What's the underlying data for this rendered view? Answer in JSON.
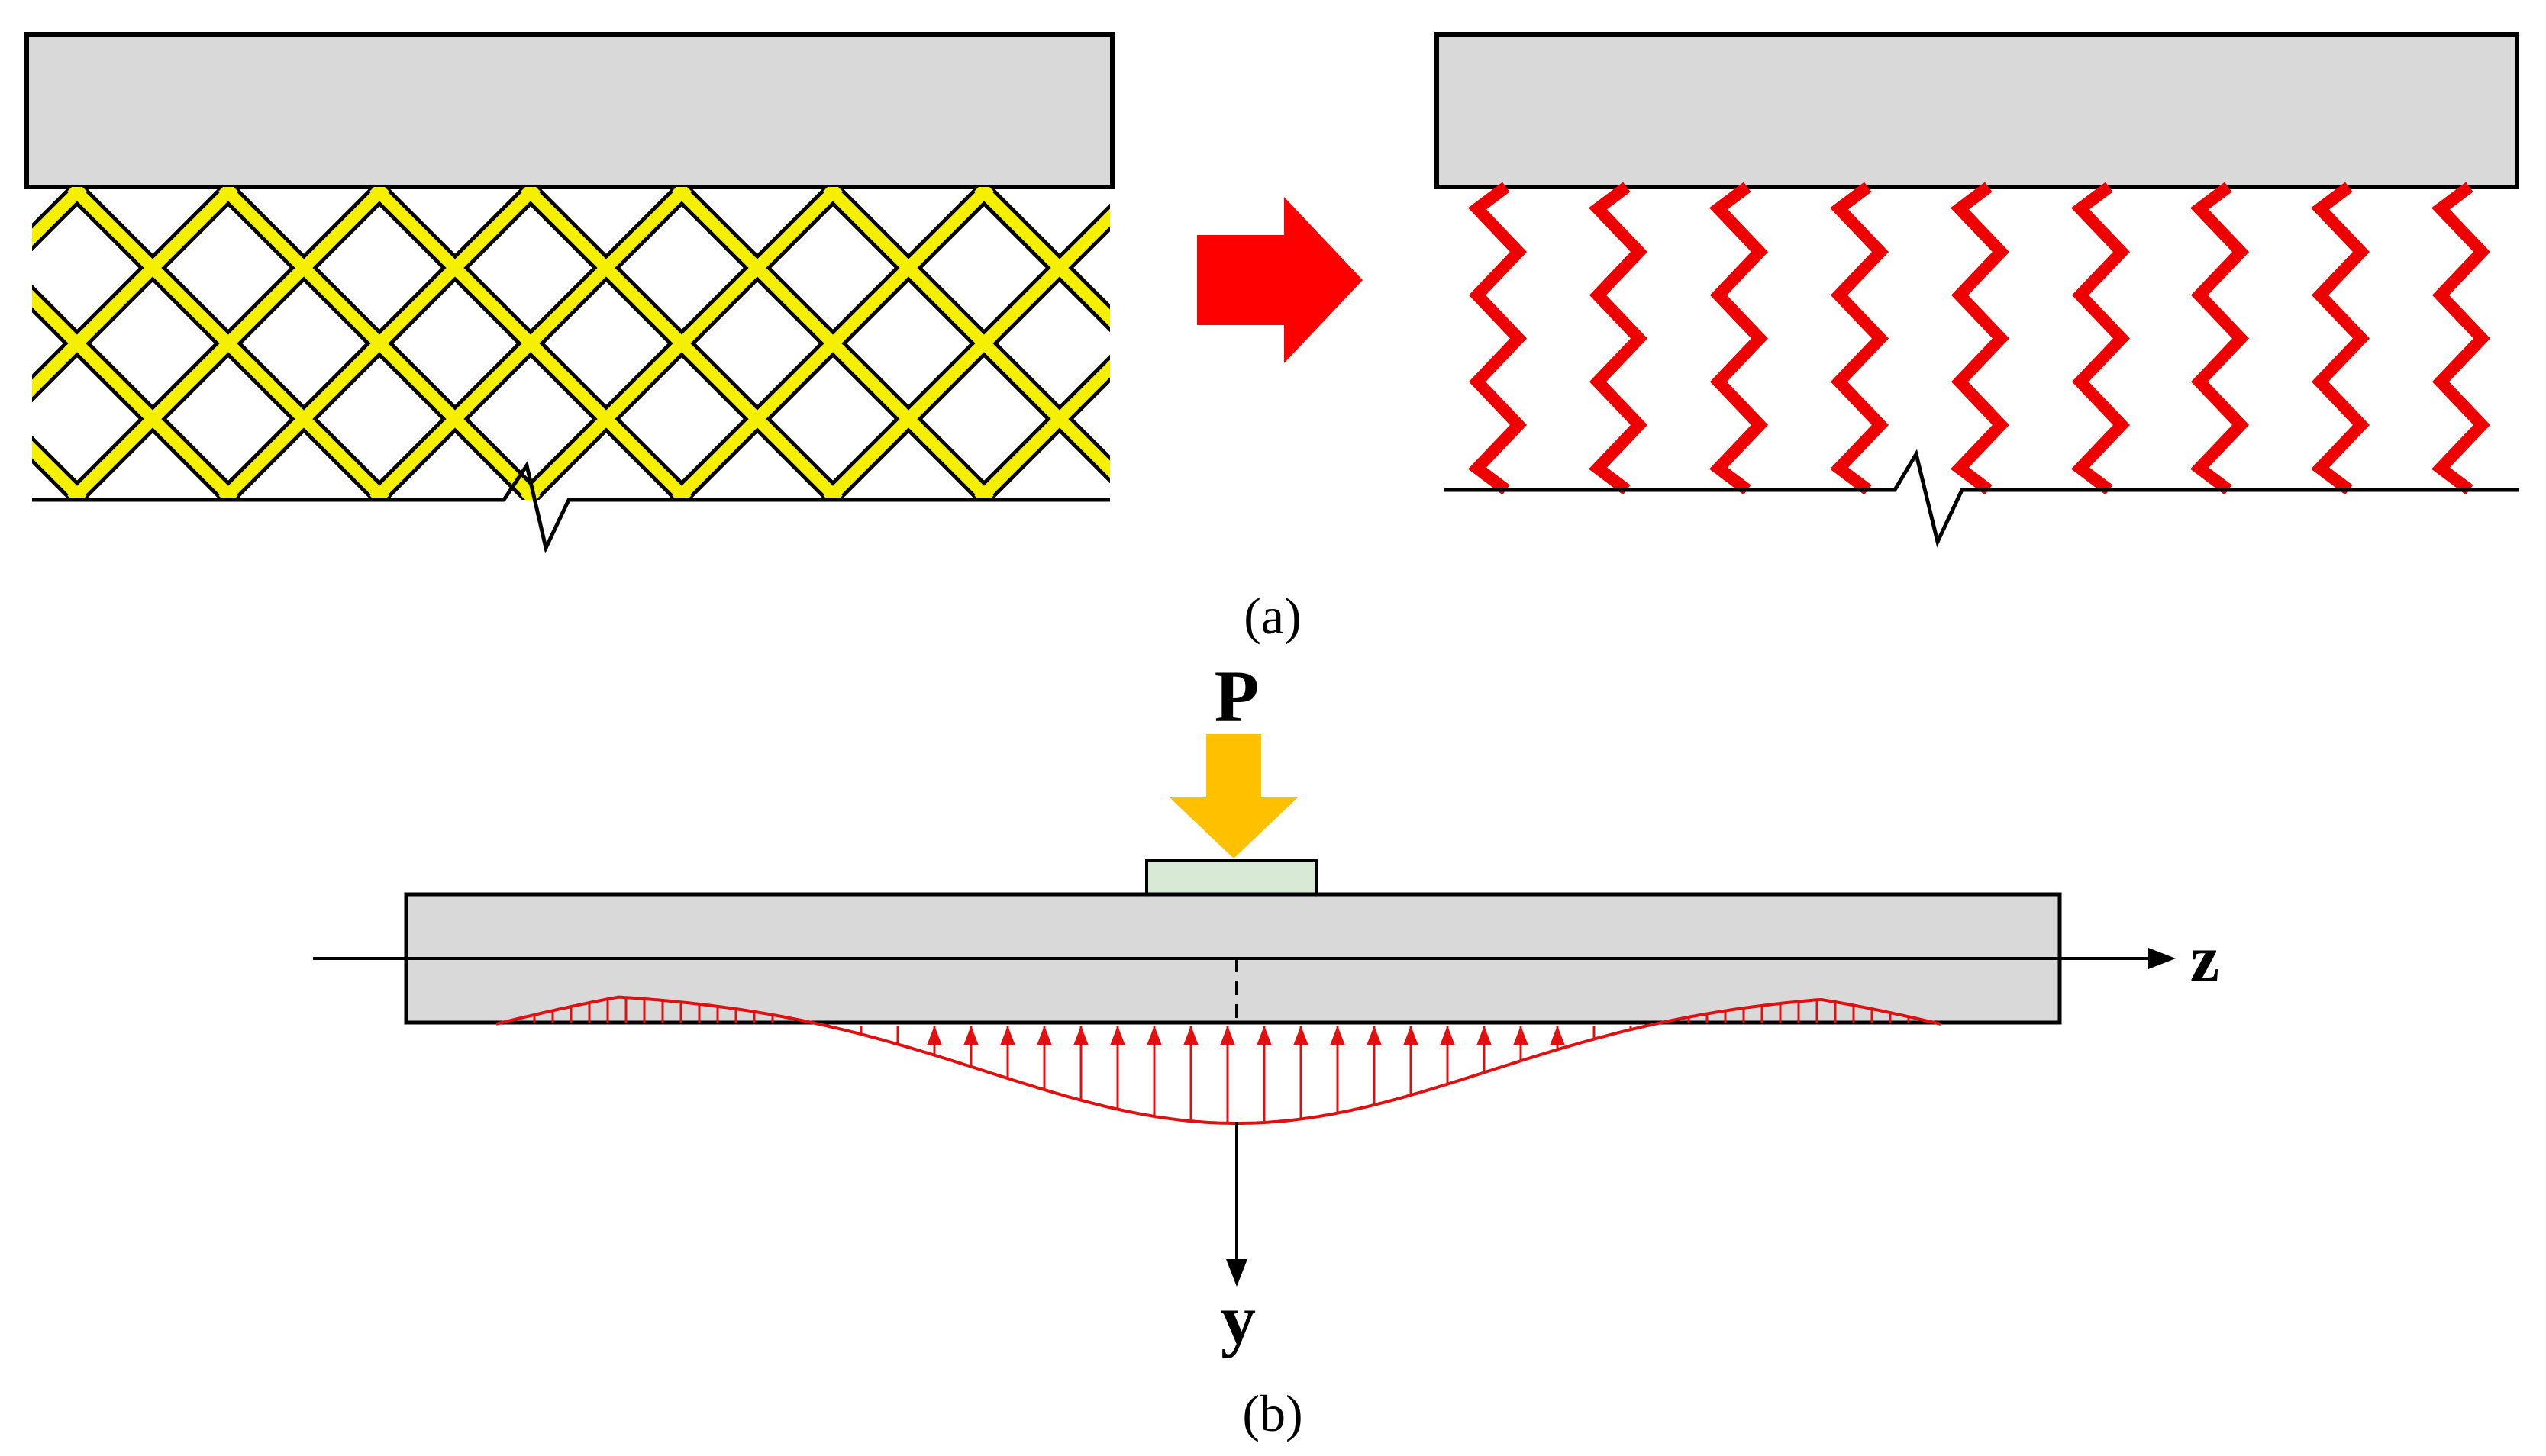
{
  "panel_a": {
    "caption": "(a)"
  },
  "panel_b": {
    "caption": "(b)",
    "load_label": "P",
    "axis_z_label": "z",
    "axis_y_label": "y"
  },
  "colors": {
    "plate_fill": "#d9d9d9",
    "mesh_yellow": "#f5ef00",
    "mesh_outline": "#000000",
    "spring_red": "#ee0000",
    "arrow_red": "#ff0000",
    "load_arrow": "#ffc000",
    "load_pad": "#d8ead6",
    "pressure_red": "#e01010"
  }
}
